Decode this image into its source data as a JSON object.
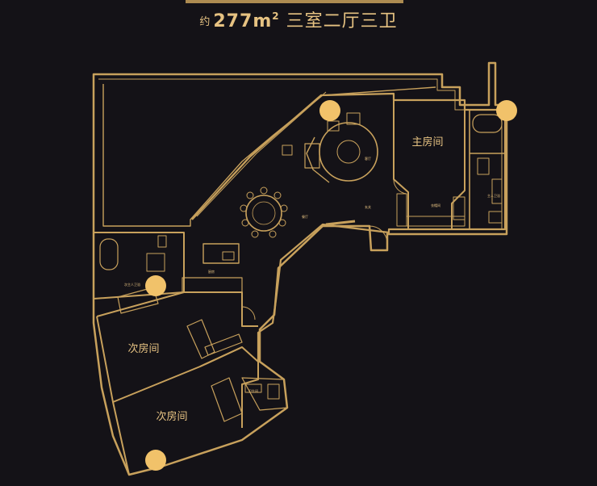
{
  "header": {
    "prefix": "约",
    "area_value": "277",
    "area_unit": "m",
    "area_sup": "2",
    "layout": "三室二厅三卫"
  },
  "rooms": {
    "master": "主房间",
    "second_a": "次房间",
    "second_b": "次房间",
    "living": "客厅",
    "dining": "餐厅",
    "kitchen": "厨房",
    "master_bath": "主人卫浴",
    "guest_bath": "次主人卫浴",
    "wc": "卫生间",
    "closet": "衣帽间",
    "hall": "玄关"
  },
  "colors": {
    "background": "#141217",
    "gold": "#c8a15c",
    "marker": "#f1c26a"
  }
}
